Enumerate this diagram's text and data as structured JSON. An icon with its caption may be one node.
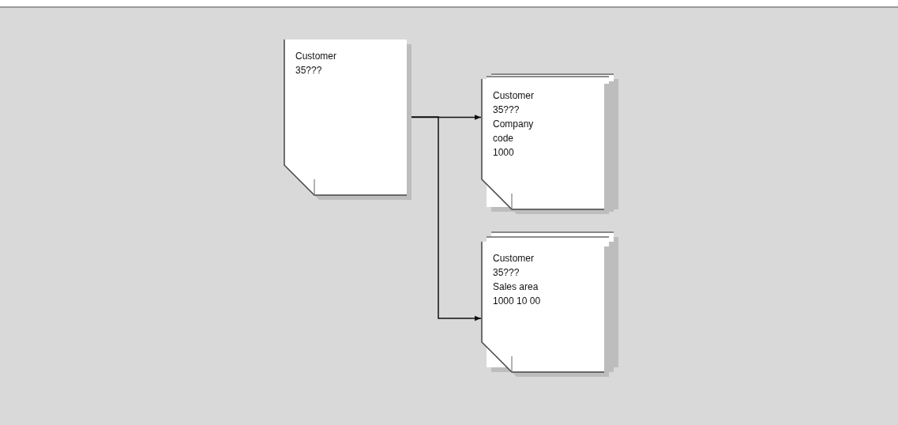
{
  "diagram": {
    "nodes": [
      {
        "text": [
          "Customer 35???"
        ]
      },
      {
        "text": [
          "Customer 35???",
          "Company code 1000"
        ]
      },
      {
        "text": [
          "Customer 35???",
          "Sales area 1000 10 00"
        ]
      }
    ],
    "edges": [
      {
        "from": 0,
        "to": 1,
        "arrow": "to"
      },
      {
        "from": 0,
        "to": 2,
        "arrow": "to"
      }
    ]
  }
}
